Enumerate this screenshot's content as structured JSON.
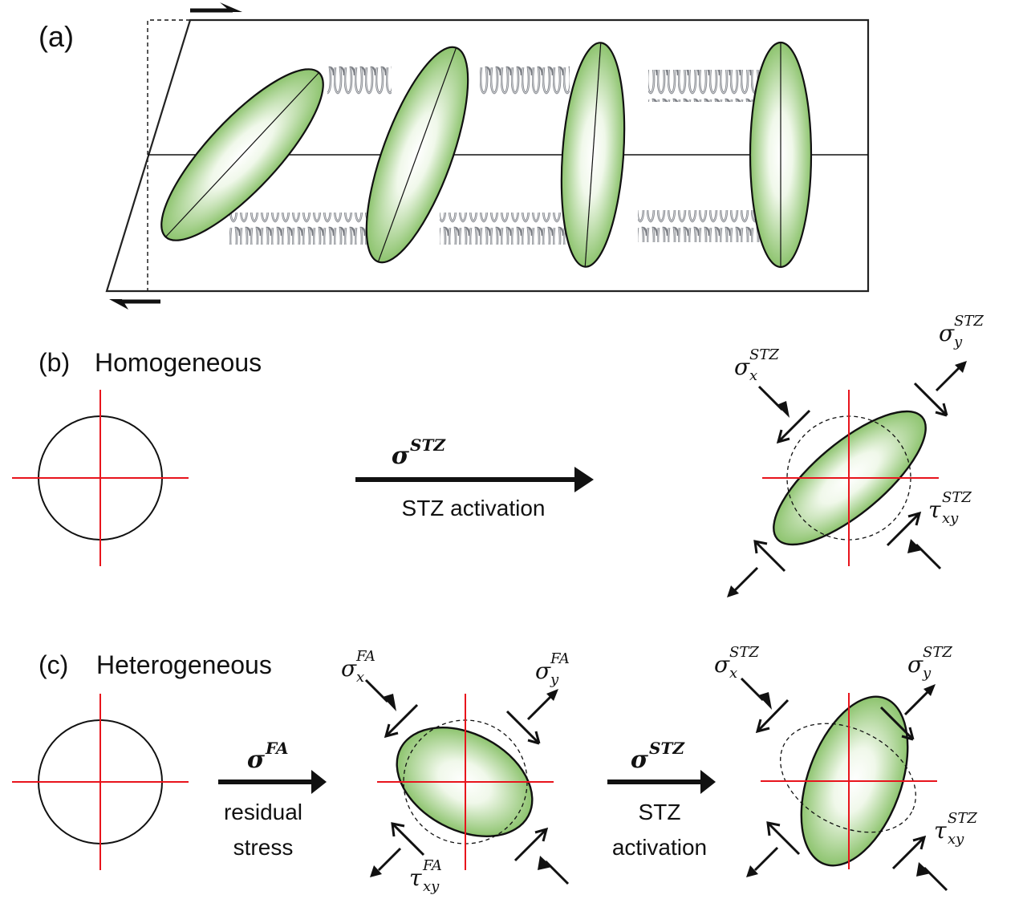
{
  "panels": {
    "a": {
      "label": "(a)"
    },
    "b": {
      "label": "(b)",
      "title": "Homogeneous",
      "arrow": {
        "symbol": "σ",
        "superscript": "STZ",
        "caption": "STZ activation"
      },
      "stress_labels": {
        "sigma_x": {
          "symbol": "σ",
          "sub": "x",
          "sup": "STZ"
        },
        "sigma_y": {
          "symbol": "σ",
          "sub": "y",
          "sup": "STZ"
        },
        "tau_xy": {
          "symbol": "τ",
          "sub": "xy",
          "sup": "STZ"
        }
      }
    },
    "c": {
      "label": "(c)",
      "title": "Heterogeneous",
      "arrow1": {
        "symbol": "σ",
        "superscript": "FA",
        "caption_line1": "residual",
        "caption_line2": "stress"
      },
      "arrow2": {
        "symbol": "σ",
        "superscript": "STZ",
        "caption_line1": "STZ",
        "caption_line2": "activation"
      },
      "fa_labels": {
        "sigma_x": {
          "symbol": "σ",
          "sub": "x",
          "sup": "FA"
        },
        "sigma_y": {
          "symbol": "σ",
          "sub": "y",
          "sup": "FA"
        },
        "tau_xy": {
          "symbol": "τ",
          "sub": "xy",
          "sup": "FA"
        }
      },
      "stz_labels": {
        "sigma_x": {
          "symbol": "σ",
          "sub": "x",
          "sup": "STZ"
        },
        "sigma_y": {
          "symbol": "σ",
          "sub": "y",
          "sup": "STZ"
        },
        "tau_xy": {
          "symbol": "τ",
          "sub": "xy",
          "sup": "STZ"
        }
      }
    }
  },
  "colors": {
    "ellipse_green": "#7dbb5a",
    "axis_red": "#e8141c",
    "spring_gray": "#8a8d92",
    "ink": "#111111"
  }
}
